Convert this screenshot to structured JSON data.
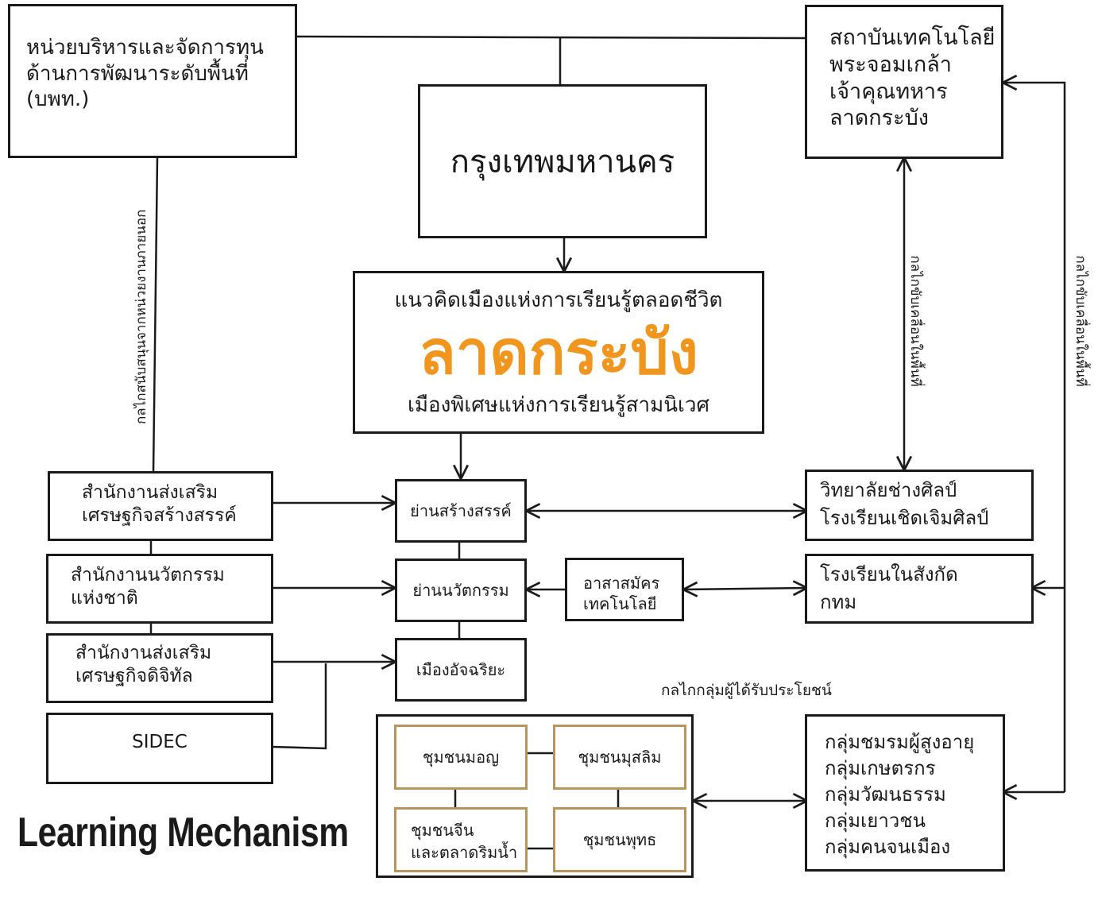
{
  "nodes": {
    "bpt": "หน่วยบริหารและจัดการทุน\nด้านการพัฒนาระดับพื้นที่\n(บพท.)",
    "kmitl": "สถาบันเทคโนโลยี\nพระจอมเกล้า\nเจ้าคุณทหาร\nลาดกระบัง",
    "bkk": "กรุงเทพมหานคร",
    "concept_top": "แนวคิดเมืองแห่งการเรียนรู้ตลอดชีวิต",
    "concept_main": "ลาดกระบัง",
    "concept_bottom": "เมืองพิเศษแห่งการเรียนรู้สามนิเวศ",
    "cea": "สำนักงานส่งเสริม\nเศรษฐกิจสร้างสรรค์",
    "nia": "สำนักงานนวัตกรรม\nแห่งชาติ",
    "depa": "สำนักงานส่งเสริม\nเศรษฐกิจดิจิทัล",
    "sidec": "SIDEC",
    "creative_district": "ย่านสร้างสรรค์",
    "innovation_district": "ย่านนวัตกรรม",
    "smart_city": "เมืองอัจฉริยะ",
    "tech_volunteer": "อาสาสมัคร\nเทคโนโลยี",
    "craft_college": "วิทยาลัยช่างศิลป์\nโรงเรียนเชิดเจิมศิลป์",
    "bma_schools": "โรงเรียนในสังกัด\nกทม",
    "community_mon": "ชุมชนมอญ",
    "community_muslim": "ชุมชนมุสลิม",
    "community_chinese": "ชุมชนจีน\nและตลาดริมน้ำ",
    "community_buddhist": "ชุมชนพุทธ",
    "groups": "กลุ่มชมรมผู้สูงอายุ\nกลุ่มเกษตรกร\nกลุ่มวัฒนธรรม\nกลุ่มเยาวชน\nกลุ่มคนจนเมือง"
  },
  "labels": {
    "external_support": "กลไกสนับสนุนจากหน่วยงานภายนอก",
    "area_driver_1": "กลไกขับเคลื่อนในพื้นที่",
    "area_driver_2": "กลไกขับเคลื่อนในพื้นที่",
    "beneficiary": "กลไกกลุ่มผู้ได้รับประโยชน์"
  },
  "footer": {
    "title": "Learning Mechanism"
  },
  "colors": {
    "accent": "#f0961e",
    "line": "#1a1a1a",
    "community_border": "#b8955f"
  }
}
